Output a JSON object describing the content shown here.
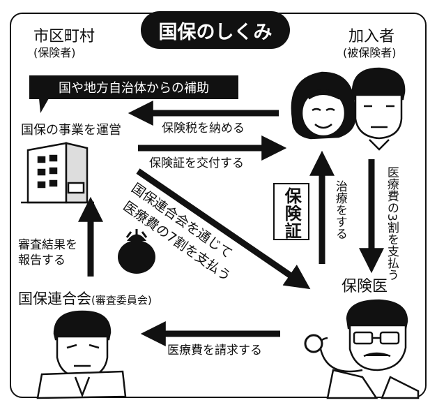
{
  "title": "国保のしくみ",
  "municipality": {
    "name": "市区町村",
    "role": "(保険者)"
  },
  "subscribers": {
    "name": "加入者",
    "role": "(被保険者)"
  },
  "subsidy_banner": "国や地方自治体からの補助",
  "operation_label": "国保の事業を運営",
  "arrows": {
    "pay_tax": "保険税を納める",
    "issue_card": "保険証を交付する",
    "pay_30": "医療費の3割を支払う",
    "treatment": "治療をする",
    "pay_70_line1": "国保連合会を通じて",
    "pay_70_line2": "医療費の7割を支払う",
    "report": "審査結果を報告する",
    "claim": "医療費を請求する"
  },
  "insurance_card": "保険証",
  "federation": {
    "name": "国保連合会",
    "sub": "(審査委員会)"
  },
  "doctor": "保険医"
}
